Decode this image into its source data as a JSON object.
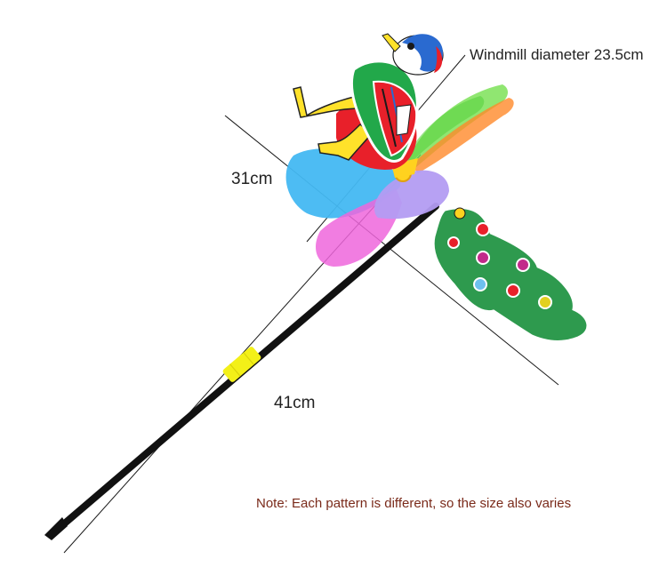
{
  "measurements": {
    "diameter": "Windmill diameter 23.5cm",
    "height": "31cm",
    "length": "41cm"
  },
  "note": "Note: Each pattern is different, so the size also varies",
  "colors": {
    "background": "#ffffff",
    "label_text": "#222222",
    "note_text": "#7a2a1a",
    "stick": "#111111",
    "grip": "#f3f018",
    "blade_blue": "#43b8f2",
    "blade_purple": "#b39cf2",
    "blade_pink": "#ee66dc",
    "blade_green": "#74e04e",
    "blade_orange": "#ff8a2a",
    "hub": "#ffd21f",
    "bird_body": "#22a84a",
    "bird_head": "#ffffff",
    "bird_head_cap": "#2a6ad0",
    "bird_leg": "#ffe22a",
    "bird_back": "#e8202a",
    "tail_green": "#2e9a4e"
  }
}
